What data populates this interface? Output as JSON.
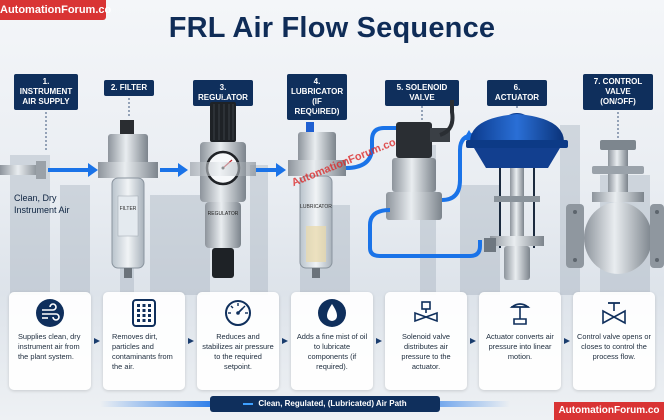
{
  "brand": {
    "top": "AutomationForum.co",
    "bottom": "AutomationForum.co",
    "watermark": "AutomationForum.co"
  },
  "title": "FRL Air Flow Sequence",
  "labels": [
    "1. INSTRUMENT AIR SUPPLY",
    "2. FILTER",
    "3. REGULATOR",
    "4. LUBRICATOR (IF REQUIRED)",
    "5. SOLENOID VALVE",
    "6. ACTUATOR",
    "7. CONTROL VALVE (ON/OFF)"
  ],
  "side_note": [
    "Clean, Dry",
    "Instrument Air"
  ],
  "device_text": {
    "filter": "FILTER",
    "regulator": "REGULATOR",
    "lubricator": "LUBRICATOR"
  },
  "cards": [
    {
      "icon": "wind-icon",
      "text": "Supplies clean, dry instrument air from the plant system."
    },
    {
      "icon": "filter-grid-icon",
      "text": "Removes dirt, particles and contaminants from the air."
    },
    {
      "icon": "gauge-icon",
      "text": "Reduces and stabilizes air pressure to the required setpoint."
    },
    {
      "icon": "oil-drop-icon",
      "text": "Adds a fine mist of oil to lubricate components (if required)."
    },
    {
      "icon": "solenoid-valve-icon",
      "text": "Solenoid valve distributes air pressure to the actuator."
    },
    {
      "icon": "actuator-icon",
      "text": "Actuator converts air pressure into linear motion."
    },
    {
      "icon": "control-valve-icon",
      "text": "Control valve opens or closes to control the process flow."
    }
  ],
  "air_path_label": "Clean, Regulated, (Lubricated) Air Path",
  "colors": {
    "navy": "#0f2f5c",
    "air_blue": "#1a73e8",
    "brand_red": "#d93434"
  }
}
